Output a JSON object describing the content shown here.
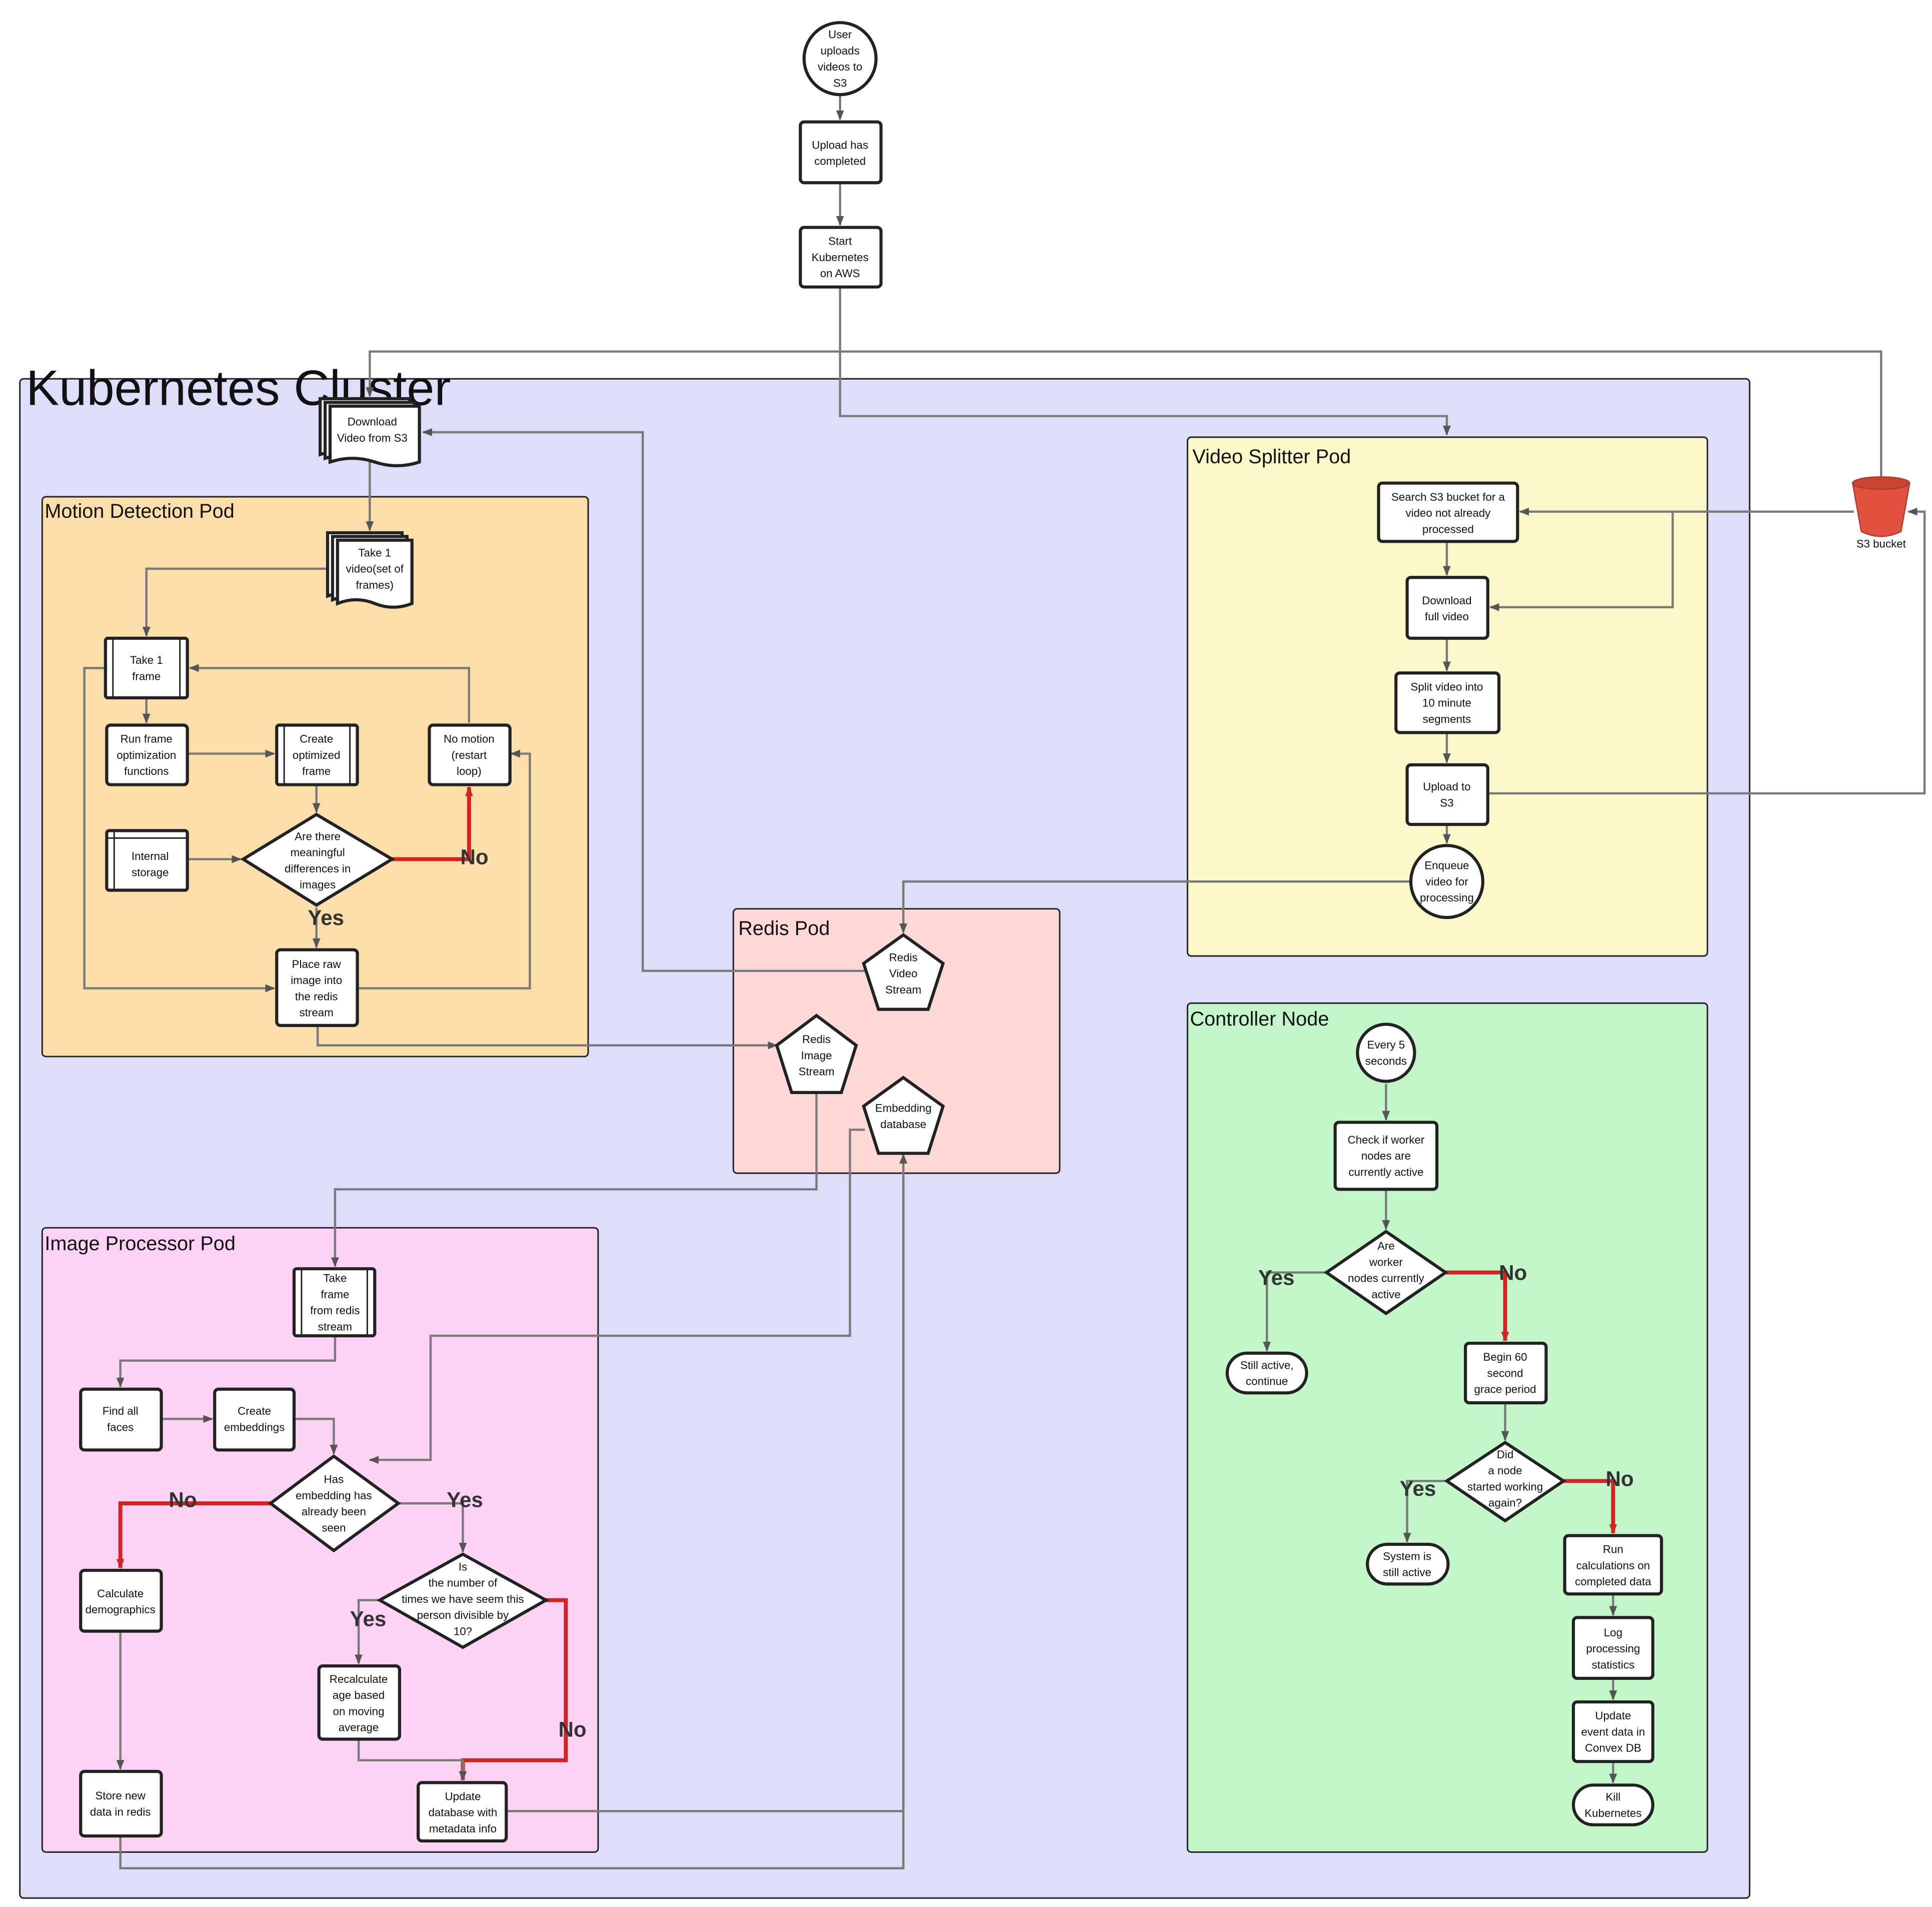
{
  "colors": {
    "cluster_fill": "#dedefb",
    "motion_fill": "#fcdeaa",
    "splitter_fill": "#fbf9c9",
    "redis_fill": "#ffd8d8",
    "image_fill": "#fcd3f4",
    "controller_fill": "#c3f7ca",
    "edge": "#7a7a7a",
    "edge_no": "#d32424",
    "bucket": "#e0523f"
  },
  "groups": {
    "cluster": "Kubernetes Cluster",
    "motion": "Motion Detection Pod",
    "splitter": "Video Splitter Pod",
    "redis": "Redis Pod",
    "controller": "Controller Node",
    "image": "Image Processor Pod"
  },
  "nodes": {
    "user_upload": [
      "User",
      "uploads",
      "videos to",
      "S3"
    ],
    "upload_completed": [
      "Upload has",
      "completed"
    ],
    "start_k8s": [
      "Start",
      "Kubernetes",
      "on AWS"
    ],
    "s3_bucket": "S3 bucket",
    "download_video": [
      "Download",
      "Video from S3"
    ],
    "take_video": [
      "Take 1",
      "video(set of",
      "frames)"
    ],
    "take_frame": [
      "Take 1",
      "frame"
    ],
    "run_opt": [
      "Run frame",
      "optimization",
      "functions"
    ],
    "create_opt": [
      "Create",
      "optimized",
      "frame"
    ],
    "no_motion": [
      "No motion",
      "(restart",
      "loop)"
    ],
    "internal_storage": [
      "Internal",
      "storage"
    ],
    "meaningful_diff": [
      "Are there",
      "meaningful",
      "differences in",
      "images"
    ],
    "place_raw": [
      "Place raw",
      "image into",
      "the redis",
      "stream"
    ],
    "search_s3": [
      "Search S3 bucket for a",
      "video not already",
      "processed"
    ],
    "download_full": [
      "Download",
      "full video"
    ],
    "split_video": [
      "Split video into",
      "10 minute",
      "segments"
    ],
    "upload_s3": [
      "Upload to",
      "S3"
    ],
    "enqueue": [
      "Enqueue",
      "video for",
      "processing"
    ],
    "redis_video": [
      "Redis",
      "Video",
      "Stream"
    ],
    "redis_image": [
      "Redis",
      "Image",
      "Stream"
    ],
    "embedding_db": [
      "Embedding",
      "database"
    ],
    "every5": [
      "Every 5",
      "seconds"
    ],
    "check_workers": [
      "Check if worker",
      "nodes are",
      "currently active"
    ],
    "are_workers": [
      "Are",
      "worker",
      "nodes currently",
      "active"
    ],
    "still_active": [
      "Still active,",
      "continue"
    ],
    "begin_grace": [
      "Begin 60",
      "second",
      "grace period"
    ],
    "did_node": [
      "Did",
      "a node",
      "started working",
      "again?"
    ],
    "system_active": [
      "System is",
      "still active"
    ],
    "run_calc": [
      "Run",
      "calculations on",
      "completed data"
    ],
    "log_stats": [
      "Log",
      "processing",
      "statistics"
    ],
    "update_event": [
      "Update",
      "event data in",
      "Convex DB"
    ],
    "kill_k8s": [
      "Kill",
      "Kubernetes"
    ],
    "take_from_redis": [
      "Take",
      "frame",
      "from redis",
      "stream"
    ],
    "find_faces": [
      "Find all",
      "faces"
    ],
    "create_emb": [
      "Create",
      "embeddings"
    ],
    "emb_seen": [
      "Has",
      "embedding has",
      "already been",
      "seen"
    ],
    "calc_demo": [
      "Calculate",
      "demographics"
    ],
    "divisible": [
      "Is",
      "the number of",
      "times we have seem this",
      "person divisible by",
      "10?"
    ],
    "recalc_age": [
      "Recalculate",
      "age based",
      "on moving",
      "average"
    ],
    "store_new": [
      "Store new",
      "data in redis"
    ],
    "update_db": [
      "Update",
      "database with",
      "metadata info"
    ]
  },
  "edge_labels": {
    "yes": "Yes",
    "no": "No"
  }
}
